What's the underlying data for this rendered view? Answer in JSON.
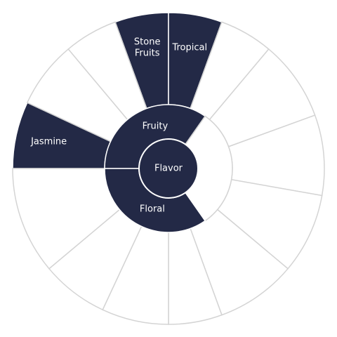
{
  "chart_data": {
    "type": "sunburst",
    "root": {
      "label": "Flavor"
    },
    "inner_ring": [
      {
        "label": "Fruity",
        "highlighted": true
      },
      {
        "label": "",
        "highlighted": false
      },
      {
        "label": "Floral",
        "highlighted": true
      },
      {
        "label": "",
        "highlighted": false
      }
    ],
    "outer_ring": [
      {
        "label": "Stone Fruits",
        "lines": [
          "Stone",
          "Fruits"
        ],
        "highlighted": true
      },
      {
        "label": "Tropical",
        "lines": [
          "Tropical"
        ],
        "highlighted": true
      },
      {
        "label": "",
        "lines": [],
        "highlighted": false
      },
      {
        "label": "",
        "lines": [],
        "highlighted": false
      },
      {
        "label": "",
        "lines": [],
        "highlighted": false
      },
      {
        "label": "",
        "lines": [],
        "highlighted": false
      },
      {
        "label": "",
        "lines": [],
        "highlighted": false
      },
      {
        "label": "",
        "lines": [],
        "highlighted": false
      },
      {
        "label": "",
        "lines": [],
        "highlighted": false
      },
      {
        "label": "Jasmine",
        "lines": [
          "Jasmine"
        ],
        "highlighted": true
      },
      {
        "label": "",
        "lines": [],
        "highlighted": false
      },
      {
        "label": "",
        "lines": [],
        "highlighted": false
      },
      {
        "label": "",
        "lines": [],
        "highlighted": false
      },
      {
        "label": "",
        "lines": [],
        "highlighted": false
      }
    ],
    "colors": {
      "highlight": "#232946",
      "empty": "#ffffff",
      "stroke": "#d4d4d4",
      "highlight_stroke": "#ffffff",
      "label": "#ffffff"
    }
  }
}
